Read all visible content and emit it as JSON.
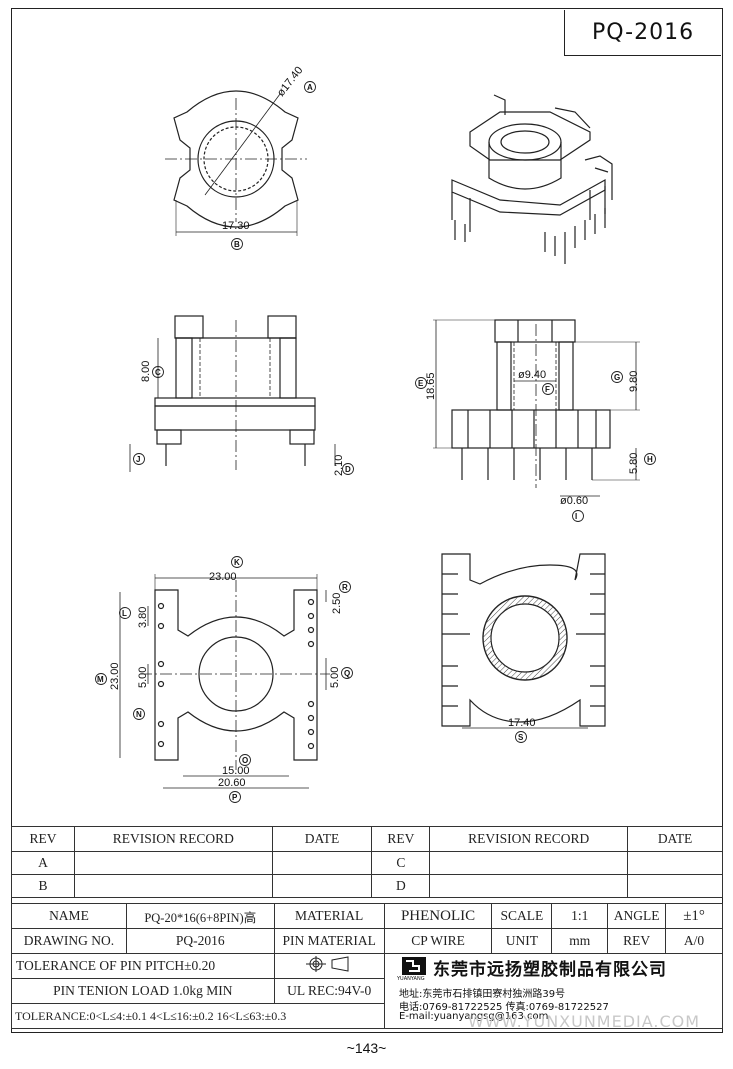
{
  "title": "PQ-2016",
  "page_number": "~143~",
  "dims": {
    "a": "ø17.40",
    "b": "17.30",
    "c": "8.00",
    "d": "2.10",
    "e": "18.65",
    "f": "ø9.40",
    "g": "9.80",
    "h": "5.80",
    "i": "ø0.60",
    "k": "23.00",
    "r": "2.50",
    "l": "3.80",
    "m": "23.00",
    "n": "5.00",
    "q": "5.00",
    "o": "15.00",
    "p": "20.60",
    "s": "17.40"
  },
  "callouts": [
    "A",
    "B",
    "C",
    "D",
    "E",
    "F",
    "G",
    "H",
    "I",
    "J",
    "K",
    "L",
    "M",
    "N",
    "O",
    "P",
    "Q",
    "R",
    "S"
  ],
  "revision": {
    "h_rev": "REV",
    "h_record": "REVISION RECORD",
    "h_date": "DATE",
    "rows": [
      [
        "A",
        "C"
      ],
      [
        "B",
        "D"
      ]
    ]
  },
  "spec": {
    "name_label": "NAME",
    "name_value": "PQ-20*16(6+8PIN)高",
    "material_label": "MATERIAL",
    "material_value": "PHENOLIC",
    "scale_label": "SCALE",
    "scale_value": "1:1",
    "angle_label": "ANGLE",
    "angle_value": "±1°",
    "drawing_label": "DRAWING NO.",
    "drawing_value": "PQ-2016",
    "pin_material_label": "PIN MATERIAL",
    "pin_material_value": "CP WIRE",
    "unit_label": "UNIT",
    "unit_value": "mm",
    "rev_label": "REV",
    "rev_value": "A/0",
    "tol_pitch": "TOLERANCE OF PIN PITCH±0.20",
    "tenion": "PIN TENION LOAD 1.0kg MIN",
    "ul": "UL REC:94V-0",
    "tolerance": "TOLERANCE:0<L≤4:±0.1  4<L≤16:±0.2  16<L≤63:±0.3"
  },
  "company": {
    "name": "东莞市远扬塑胶制品有限公司",
    "logo_text": "YUANYANG",
    "address": "地址:东莞市石排镇田寮村独洲路39号",
    "phone": "电话:0769-81722525    传真:0769-81722527",
    "email": "E-mail:yuanyangsg@163.com"
  },
  "watermark": "WWW.YUNXUNMEDIA.COM"
}
